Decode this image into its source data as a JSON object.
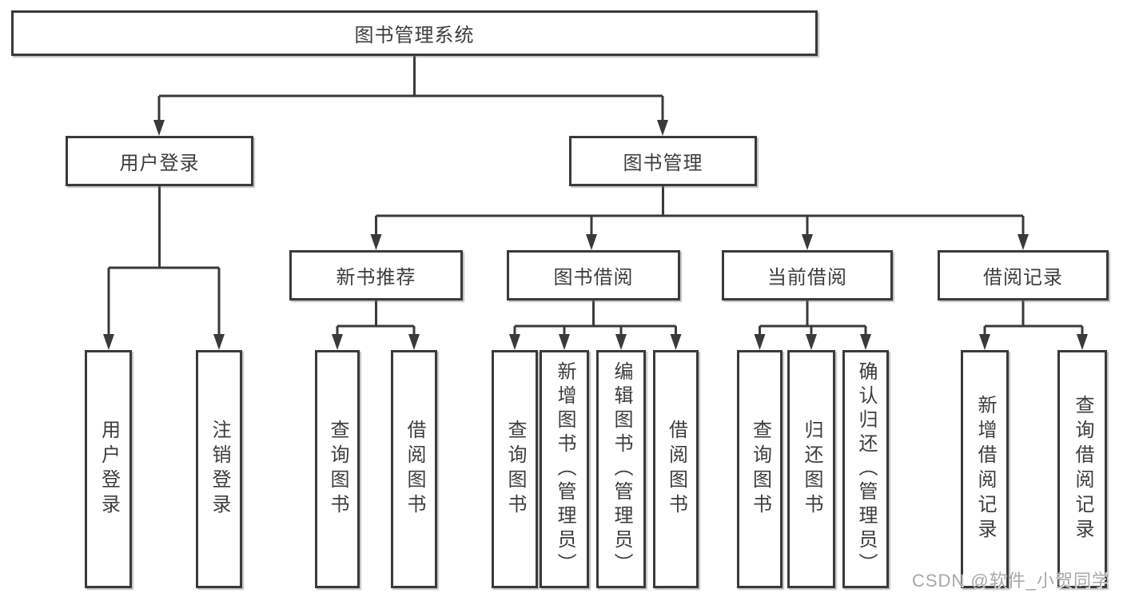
{
  "diagram_type": "hierarchy",
  "tree": {
    "label": "图书管理系统",
    "children": [
      {
        "label": "用户登录",
        "children": [
          {
            "label": "用户登录"
          },
          {
            "label": "注销登录"
          }
        ]
      },
      {
        "label": "图书管理",
        "children": [
          {
            "label": "新书推荐",
            "children": [
              {
                "label": "查询图书"
              },
              {
                "label": "借阅图书"
              }
            ]
          },
          {
            "label": "图书借阅",
            "children": [
              {
                "label": "查询图书"
              },
              {
                "label": "新增图书（管理员）"
              },
              {
                "label": "编辑图书（管理员）"
              },
              {
                "label": "借阅图书"
              }
            ]
          },
          {
            "label": "当前借阅",
            "children": [
              {
                "label": "查询图书"
              },
              {
                "label": "归还图书"
              },
              {
                "label": "确认归还（管理员）"
              }
            ]
          },
          {
            "label": "借阅记录",
            "children": [
              {
                "label": "新增借阅记录"
              },
              {
                "label": "查询借阅记录"
              }
            ]
          }
        ]
      }
    ]
  },
  "watermark": {
    "text": "CSDN @软件_小贺同学"
  },
  "colors": {
    "line": "#3a3a3a",
    "box_border": "#3a3a3a",
    "box_fill": "#ffffff",
    "text": "#3d3d3d",
    "background": "#ffffff",
    "watermark": "#a8a8a8"
  }
}
